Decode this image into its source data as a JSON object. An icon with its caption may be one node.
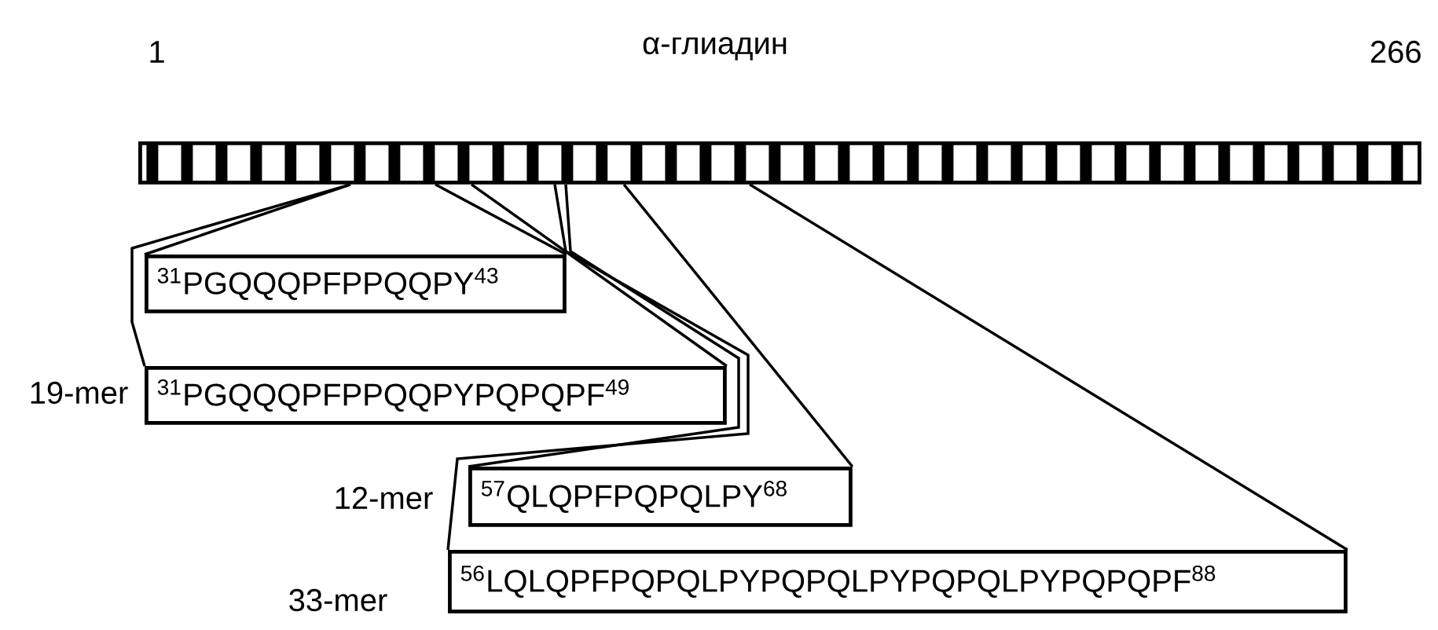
{
  "diagram": {
    "title": "α-глиадин",
    "nodes": [
      {
        "text": [],
        "shape": "bar"
      },
      {
        "text": [
          "$^{31}$PGQQQPFPPQQPY$^{43}$"
        ]
      },
      {
        "text": [
          "$^{31}$PGQQQPFPPQQPYPQPQPF$^{49}$"
        ],
        "beside": [
          "19-mer"
        ]
      },
      {
        "text": [
          "$^{57}$QLQPFPQPQLPY$^{68}$"
        ],
        "beside": [
          "12-mer"
        ]
      },
      {
        "text": [
          "$^{56}$LQLQPFPQPQLPYPQPQLPYPQPQLPYPQPQPF$^{88}$"
        ],
        "beside": [
          "33-mer"
        ]
      }
    ],
    "edges": [
      {
        "from": 0,
        "to": 1,
        "arrow": "none"
      },
      {
        "from": 0,
        "to": 1,
        "arrow": "none"
      },
      {
        "from": 0,
        "to": 2,
        "arrow": "none"
      },
      {
        "from": 0,
        "to": 2,
        "arrow": "none"
      },
      {
        "from": 0,
        "to": 3,
        "arrow": "none"
      },
      {
        "from": 0,
        "to": 3,
        "arrow": "none"
      },
      {
        "from": 0,
        "to": 4,
        "arrow": "none"
      },
      {
        "from": 0,
        "to": 4,
        "arrow": "none"
      }
    ],
    "labels": [
      "1",
      "266"
    ]
  }
}
